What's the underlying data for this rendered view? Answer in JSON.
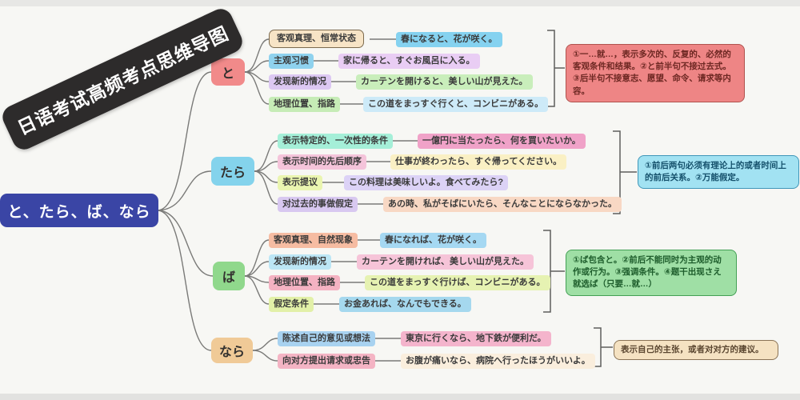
{
  "title": "日语考试高频考点思维导图",
  "central_node": "と、たら、ば、なら",
  "palette": {
    "background": "#f7f7f4",
    "banner_bg": "#2d2b2b",
    "central_bg": "#3a45a5",
    "connector_line": "#7a7a78",
    "bracket_line": "#5e5e5c"
  },
  "branches": [
    {
      "node": "と",
      "bg": "#f18a8a",
      "topics": [
        {
          "label": "客观真理、恒常状态",
          "bg": "#f7e4c6",
          "example": "春になると、花が咲く。",
          "example_bg": "#85d2f0"
        },
        {
          "label": "主观习惯",
          "bg": "#8fd2ee",
          "example": "家に帰ると、すぐお風呂に入る。",
          "example_bg": "#e9cdf4"
        },
        {
          "label": "发现新的情况",
          "bg": "#dcc8f2",
          "example": "カーテンを開けると、美しい山が見えた。",
          "example_bg": "#c9eebb"
        },
        {
          "label": "地理位置、指路",
          "bg": "#c6ecb6",
          "example": "この道をまっすぐ行くと、コンビニがある。",
          "example_bg": "#cdeaf8"
        }
      ],
      "note": "①一…就…，表示多次的、反复的、必然的客观条件和结果。②と前半句不接过去式。③后半句不接意志、愿望、命令、请求等内容。",
      "note_bg": "#ee8585",
      "note_border": "#b0534e"
    },
    {
      "node": "たら",
      "bg": "#84d3ec",
      "topics": [
        {
          "label": "表示特定的、一次性的条件",
          "bg": "#a5efd8",
          "example": "一億円に当たったら、何を買いたいか。",
          "example_bg": "#f0a2c8"
        },
        {
          "label": "表示时间的先后顺序",
          "bg": "#f4c4da",
          "example": "仕事が終わったら、すぐ帰ってください。",
          "example_bg": "#faf0c4"
        },
        {
          "label": "表示提议",
          "bg": "#eaf5b0",
          "example": "この料理は美味しいよ。食べてみたら?",
          "example_bg": "#dcd2f6"
        },
        {
          "label": "对过去的事做假定",
          "bg": "#d8c8f0",
          "example": "あの時、私がそばにいたら、そんなことにならなかった。",
          "example_bg": "#f8d8c4"
        }
      ],
      "note": "①前后两句必须有理论上的或者时间上的前后关系。②万能假定。",
      "note_bg": "#a2e2f2",
      "note_border": "#4096b8"
    },
    {
      "node": "ば",
      "bg": "#90d88c",
      "topics": [
        {
          "label": "客观真理、自然现象",
          "bg": "#f6bca2",
          "example": "春になれば、花が咲く。",
          "example_bg": "#a5d8f2"
        },
        {
          "label": "发现新的情况",
          "bg": "#bce6f5",
          "example": "カーテンを開ければ、美しい山が見えた。",
          "example_bg": "#f6c4d8"
        },
        {
          "label": "地理位置、指路",
          "bg": "#f4b2c2",
          "example": "この道をまっすぐ行けば、コンビニがある。",
          "example_bg": "#e6f2b2"
        },
        {
          "label": "假定条件",
          "bg": "#e2f0a8",
          "example": "お金あれば、なんでもできる。",
          "example_bg": "#a5d8ee"
        }
      ],
      "note": "①ば包含と。②前后不能同时为主观的动作或行为。③强调条件。④题干出现さえ就选ば（只要…就…）",
      "note_bg": "#9fdfa5",
      "note_border": "#44a055"
    },
    {
      "node": "なら",
      "bg": "#f0ca97",
      "topics": [
        {
          "label": "陈述自己的意见或想法",
          "bg": "#a8d2f0",
          "example": "東京に行くなら、地下鉄が便利だ。",
          "example_bg": "#f4b4cc"
        },
        {
          "label": "向对方提出请求或忠告",
          "bg": "#f4b4c4",
          "example": "お腹が痛いなら、病院へ行ったほうがいいよ。",
          "example_bg": "#faeedd"
        }
      ],
      "note": "表示自己的主张，或者对对方的建议。",
      "note_bg": "#f5e2c2",
      "note_border": "#8a7355"
    }
  ]
}
